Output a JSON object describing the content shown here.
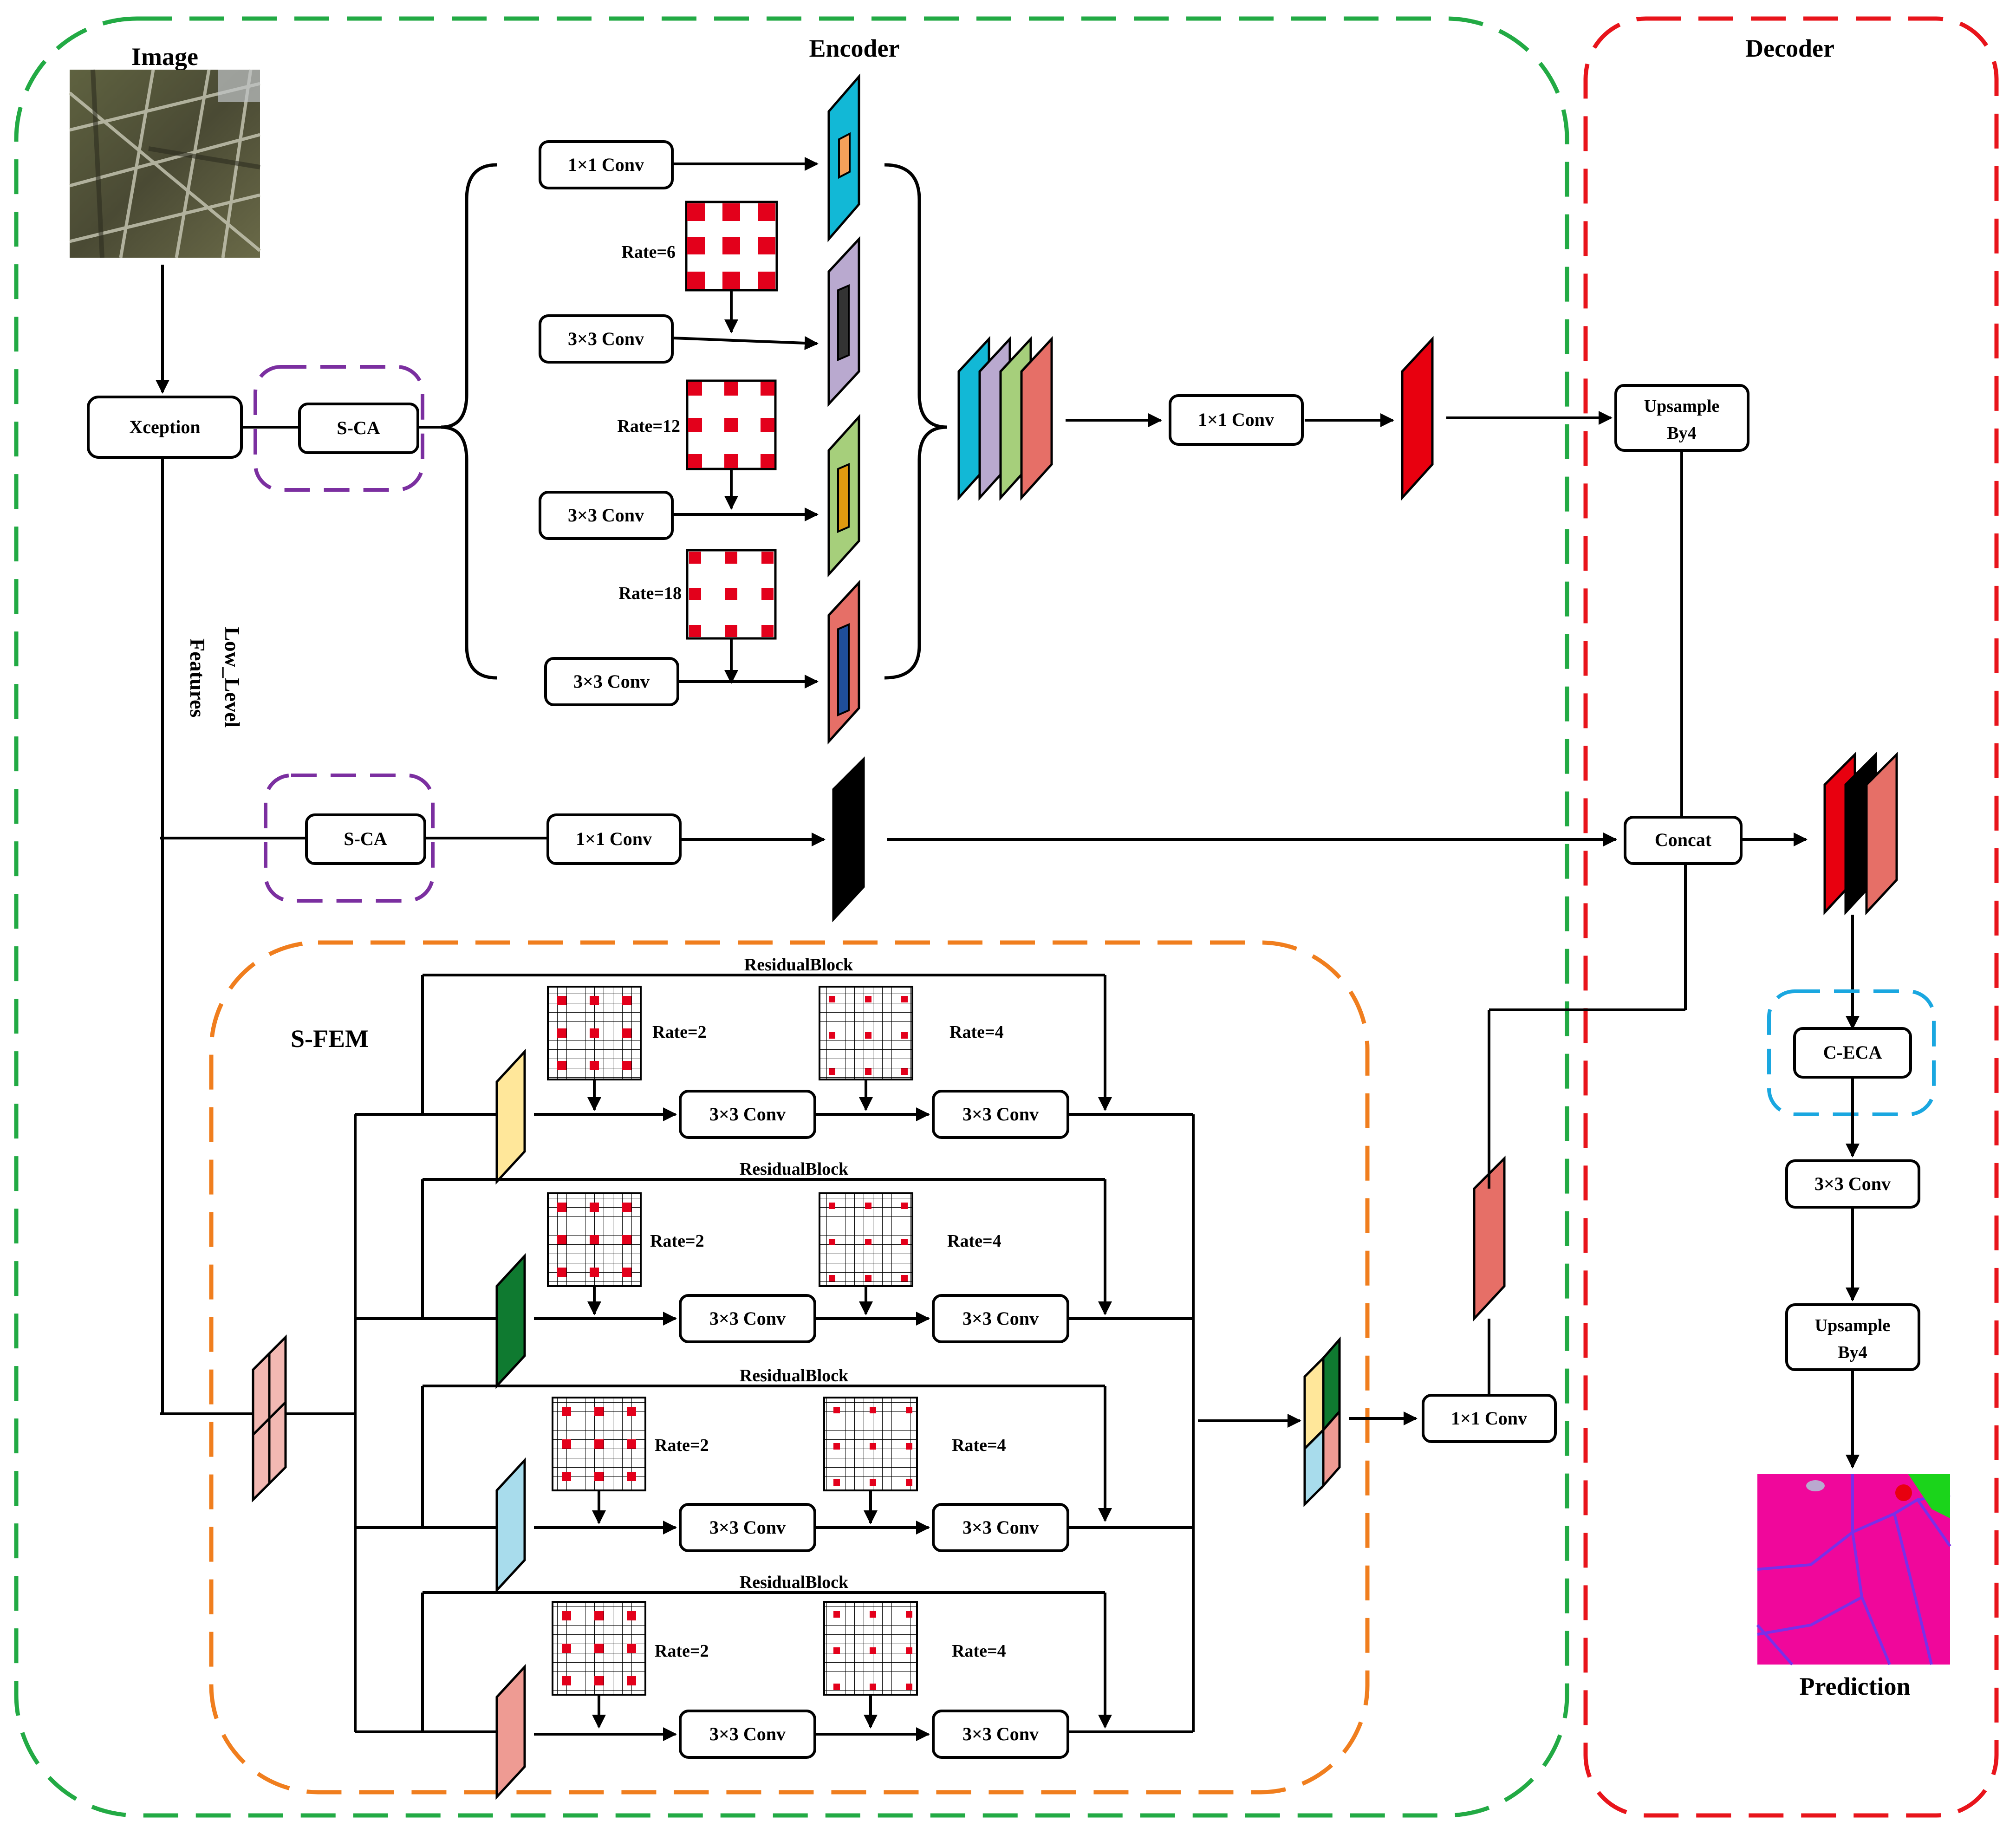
{
  "labels": {
    "image": "Image",
    "encoder": "Encoder",
    "decoder": "Decoder",
    "xception": "Xception",
    "sca_top": "S-CA",
    "sca_low": "S-CA",
    "low_level_line1": "Low_Level",
    "low_level_line2": "Features",
    "aspp_conv1": "1×1 Conv",
    "aspp_conv2": "3×3 Conv",
    "aspp_conv3": "3×3  Conv",
    "aspp_conv4": "3×3  Conv",
    "rate6": "Rate=6",
    "rate12": "Rate=12",
    "rate18": "Rate=18",
    "enc_out_conv": "1×1 Conv",
    "low_conv": "1×1 Conv",
    "upsample1_line1": "Upsample",
    "upsample1_line2": "By4",
    "concat": "Concat",
    "ceca": "C-ECA",
    "dec_conv": "3×3  Conv",
    "upsample2_line1": "Upsample",
    "upsample2_line2": "By4",
    "prediction": "Prediction",
    "sfem": "S-FEM",
    "sfem_out_conv": "1×1 Conv"
  },
  "residual_blocks": [
    {
      "title": "ResidualBlock",
      "rate_a": "Rate=2",
      "rate_b": "Rate=4",
      "conv_a": "3×3  Conv",
      "conv_b": "3×3  Conv",
      "color": "#FFE79A"
    },
    {
      "title": "ResidualBlock",
      "rate_a": "Rate=2",
      "rate_b": "Rate=4",
      "conv_a": "3×3  Conv",
      "conv_b": "3×3  Conv",
      "color": "#0F7A30"
    },
    {
      "title": "ResidualBlock",
      "rate_a": "Rate=2",
      "rate_b": "Rate=4",
      "conv_a": "3×3  Conv",
      "conv_b": "3×3  Conv",
      "color": "#A8DCEC"
    },
    {
      "title": "ResidualBlock",
      "rate_a": "Rate=2",
      "rate_b": "Rate=4",
      "conv_a": "3×3  Conv",
      "conv_b": "3×3  Conv",
      "color": "#EE9B93"
    }
  ],
  "colors": {
    "encoder_border": "#22AA44",
    "decoder_border": "#E8141B",
    "sca_border": "#7B2FA0",
    "sfem_border": "#F07E1E",
    "ceca_border": "#1AA7E0",
    "dilation_cell": "#E3001B",
    "aspp_1x1": "#12B8D6",
    "aspp_r6": "#B9A9CF",
    "aspp_r12": "#A6CF7B",
    "aspp_r18": "#E66F67",
    "enc_out": "#E8000F",
    "low_feat": "#000000",
    "sfem_in": "#F2B8B2",
    "sfem_out_feat": "#E66F67",
    "prediction_bg": "#F0079B",
    "prediction_lines": "#7A2FE8",
    "prediction_green": "#1BD41B"
  },
  "icons": {
    "image_thumbnail": "satellite-field-image",
    "prediction_thumbnail": "segmentation-map-image"
  }
}
